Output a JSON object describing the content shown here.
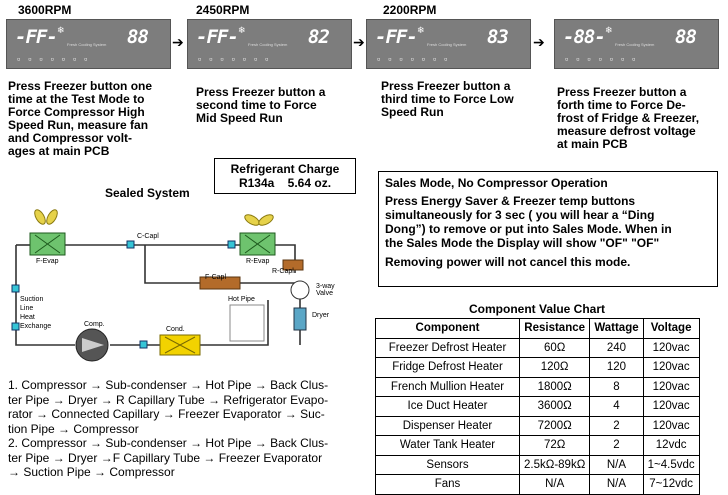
{
  "rpm_labels": [
    "3600RPM",
    "2450RPM",
    "2200RPM"
  ],
  "displays": [
    {
      "left": "-FF-",
      "right": "88"
    },
    {
      "left": "-FF-",
      "right": "82"
    },
    {
      "left": "-FF-",
      "right": "83"
    },
    {
      "left": "-88-",
      "right": "88"
    }
  ],
  "display_caption": "Fresh Cooling System",
  "steps": [
    [
      "Press Freezer button one",
      "time at the Test Mode to",
      "Force Compressor High",
      "Speed Run, measure fan",
      "and  Compressor volt-",
      "ages at main PCB"
    ],
    [
      "Press Freezer button a",
      "second time to Force",
      "Mid Speed Run"
    ],
    [
      "Press Freezer button a",
      "third time to Force Low",
      "Speed Run"
    ],
    [
      "Press Freezer button a",
      "forth time to Force De-",
      "frost of Fridge & Freezer,",
      "measure defrost voltage",
      "at main PCB"
    ]
  ],
  "refrigerant": {
    "title": "Refrigerant Charge",
    "gas": "R134a",
    "amount": "5.64 oz."
  },
  "sealed_title": "Sealed System",
  "diagram_labels": {
    "c_capl": "C-Capl",
    "f_evap": "F-Evap",
    "r_evap": "R-Evap",
    "r_capl": "R-Capl",
    "f_capl": "F-Capl",
    "valve": "3-way Valve",
    "suction": [
      "Suction",
      "Line",
      "Heat",
      "Exchange"
    ],
    "hot_pipe": "Hot Pipe",
    "dryer": "Dryer",
    "comp": "Comp.",
    "cond": "Cond."
  },
  "sales": {
    "title": "Sales Mode,  No Compressor Operation",
    "body": [
      "Press Energy Saver & Freezer temp buttons",
      "simultaneously for 3 sec ( you will hear a “Ding",
      "Dong”) to remove or put into Sales Mode. When in",
      "the Sales Mode the Display will show \"OF\" \"OF\""
    ],
    "note": "Removing power will not cancel this mode."
  },
  "chart_title": "Component Value Chart",
  "table": {
    "headers": [
      "Component",
      "Resistance",
      "Wattage",
      "Voltage"
    ],
    "rows": [
      [
        "Freezer Defrost Heater",
        "60Ω",
        "240",
        "120vac"
      ],
      [
        "Fridge Defrost Heater",
        "120Ω",
        "120",
        "120vac"
      ],
      [
        "French Mullion Heater",
        "1800Ω",
        "8",
        "120vac"
      ],
      [
        "Ice Duct Heater",
        "3600Ω",
        "4",
        "120vac"
      ],
      [
        "Dispenser Heater",
        "7200Ω",
        "2",
        "120vac"
      ],
      [
        "Water Tank Heater",
        "72Ω",
        "2",
        "12vdc"
      ],
      [
        "Sensors",
        "2.5kΩ-89kΩ",
        "N/A",
        "1~4.5vdc"
      ],
      [
        "Fans",
        "N/A",
        "N/A",
        "7~12vdc"
      ]
    ]
  },
  "flow": [
    "1. Compressor → Sub-condenser → Hot Pipe → Back Clus-",
    "ter Pipe → Dryer → R Capillary Tube → Refrigerator Evapo-",
    "rator → Connected Capillary → Freezer Evaporator → Suc-",
    "tion Pipe → Compressor",
    "2. Compressor → Sub-condenser → Hot Pipe → Back Clus-",
    "ter Pipe → Dryer →F Capillary Tube → Freezer Evaporator",
    "→ Suction Pipe → Compressor"
  ]
}
